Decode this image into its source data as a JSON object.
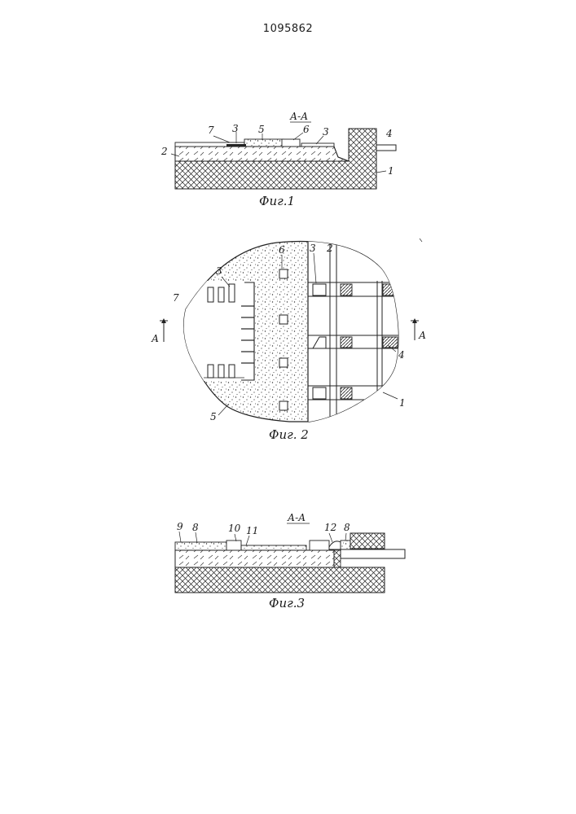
{
  "document": {
    "patent_number": "1095862"
  },
  "fig1": {
    "section_label": "А-А",
    "caption": "Фиг.1",
    "labels": {
      "l1": "1",
      "l2": "2",
      "l3a": "3",
      "l3b": "3",
      "l4": "4",
      "l5": "5",
      "l6": "6",
      "l7": "7"
    }
  },
  "fig2": {
    "caption": "Фиг. 2",
    "section_mark": "А",
    "labels": {
      "l1": "1",
      "l2": "2",
      "l3a": "3",
      "l3b": "3",
      "l4": "4",
      "l5": "5",
      "l6": "6",
      "l7": "7"
    }
  },
  "fig3": {
    "section_label": "А-А",
    "caption": "Фиг.3",
    "labels": {
      "l8a": "8",
      "l8b": "8",
      "l9": "9",
      "l10": "10",
      "l11": "11",
      "l12": "12"
    }
  }
}
